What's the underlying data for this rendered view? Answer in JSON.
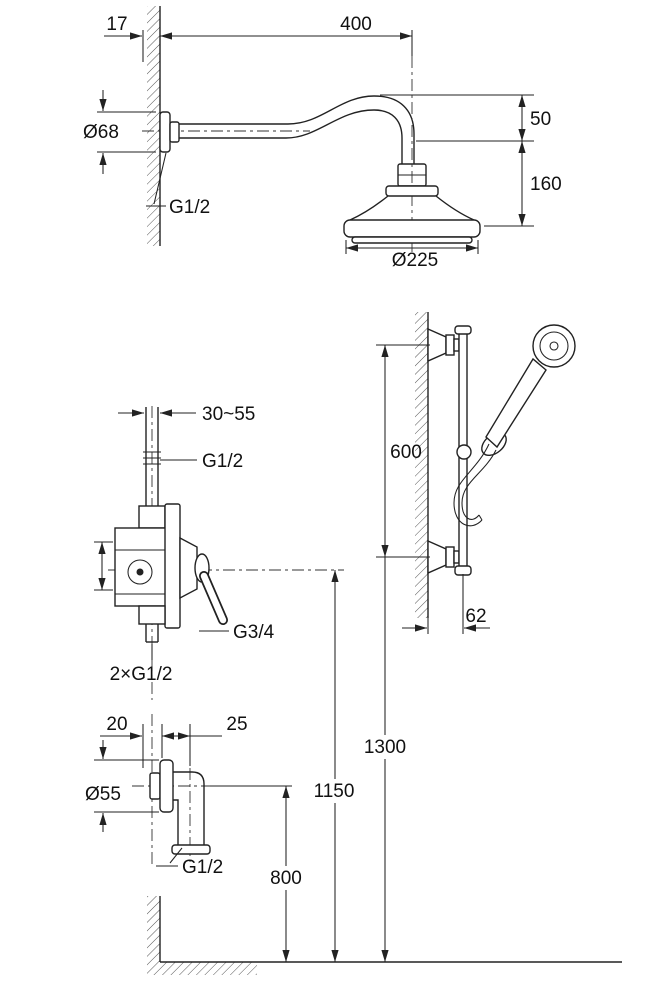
{
  "colors": {
    "line": "#222222",
    "text": "#111111",
    "background": "#ffffff"
  },
  "drawing": {
    "overhead": {
      "dim_wall_offset": "17",
      "dim_arm_length": "400",
      "dim_flange_diameter": "Ø68",
      "dim_head_drop": "50",
      "dim_head_height": "160",
      "thread_arm": "G1/2",
      "dim_head_diameter": "Ø225"
    },
    "valve": {
      "dim_depth_range": "30~55",
      "thread_top": "G1/2",
      "thread_bottom": "G3/4",
      "thread_inlets": "2×G1/2"
    },
    "rail": {
      "dim_length": "600",
      "dim_wall_distance": "62"
    },
    "elbow": {
      "dim_offset_a": "20",
      "dim_offset_b": "25",
      "dim_flange_diameter": "Ø55",
      "thread": "G1/2"
    },
    "heights": {
      "dim_total": "1300",
      "dim_valve": "1150",
      "dim_elbow": "800"
    }
  }
}
